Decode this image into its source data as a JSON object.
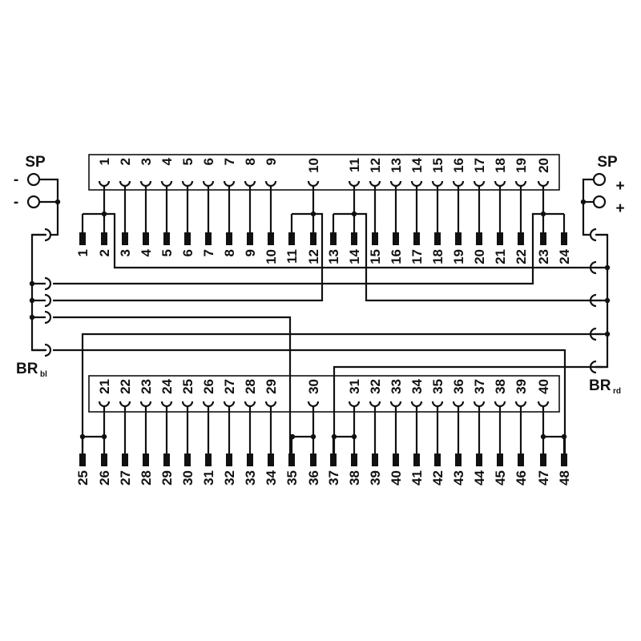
{
  "left_supply": {
    "title": "SP",
    "signs": [
      "-",
      "-"
    ],
    "bridge": "BR",
    "bridge_sub": "bl"
  },
  "right_supply": {
    "title": "SP",
    "signs": [
      "+",
      "+"
    ],
    "bridge": "BR",
    "bridge_sub": "rd"
  },
  "top_connector": {
    "pins": [
      "1",
      "2",
      "3",
      "4",
      "5",
      "6",
      "7",
      "8",
      "9",
      "10",
      "11",
      "12",
      "13",
      "14",
      "15",
      "16",
      "17",
      "18",
      "19",
      "20"
    ]
  },
  "top_terminals": [
    "1",
    "2",
    "3",
    "4",
    "5",
    "6",
    "7",
    "8",
    "9",
    "10",
    "11",
    "12",
    "13",
    "14",
    "15",
    "16",
    "17",
    "18",
    "19",
    "20",
    "21",
    "22",
    "23",
    "24"
  ],
  "bottom_connector": {
    "pins": [
      "21",
      "22",
      "23",
      "24",
      "25",
      "26",
      "27",
      "28",
      "29",
      "30",
      "31",
      "32",
      "33",
      "34",
      "35",
      "36",
      "37",
      "38",
      "39",
      "40"
    ]
  },
  "bottom_terminals": [
    "25",
    "26",
    "27",
    "28",
    "29",
    "30",
    "31",
    "32",
    "33",
    "34",
    "35",
    "36",
    "37",
    "38",
    "39",
    "40",
    "41",
    "42",
    "43",
    "44",
    "45",
    "46",
    "47",
    "48"
  ]
}
